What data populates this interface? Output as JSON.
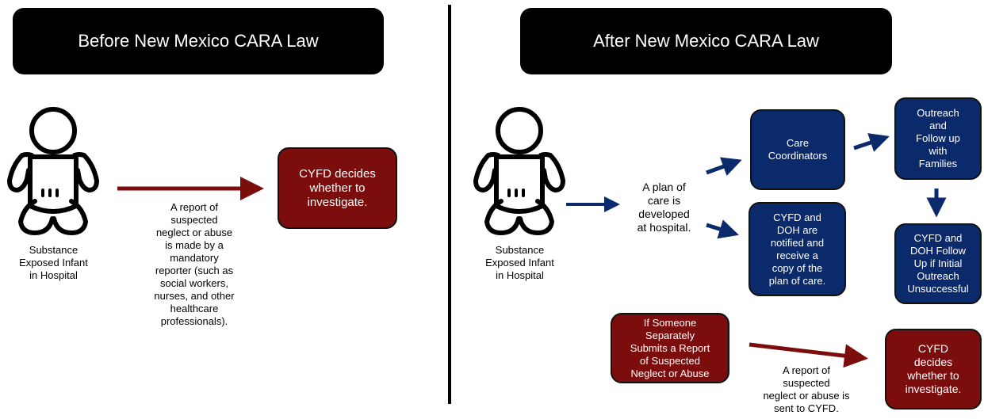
{
  "headers": {
    "before": "Before New Mexico CARA Law",
    "after": "After New Mexico CARA Law"
  },
  "before": {
    "infant_label": "Substance\nExposed Infant\nin Hospital",
    "report_text": "A report of\nsuspected\nneglect or abuse\nis made by a\nmandatory\nreporter (such as\nsocial workers,\nnurses, and other\nhealthcare\nprofessionals).",
    "cyfd_box": "CYFD decides\nwhether to\ninvestigate."
  },
  "after": {
    "infant_label": "Substance\nExposed Infant\nin Hospital",
    "plan_text": "A plan of\ncare is\ndeveloped\nat hospital.",
    "care_coordinators": "Care\nCoordinators",
    "outreach": "Outreach\nand\nFollow up\nwith\nFamilies",
    "cyfd_doh_notified": "CYFD and\nDOH are\nnotified and\nreceive a\ncopy of the\nplan of care.",
    "cyfd_doh_followup": "CYFD and\nDOH Follow\nUp if Initial\nOutreach\nUnsuccessful",
    "separate_report": "If Someone\nSeparately\nSubmits a Report\nof Suspected\nNeglect or Abuse",
    "report_sent_text": "A report of\nsuspected\nneglect or abuse is\nsent to CYFD.",
    "cyfd_decides": "CYFD\ndecides\nwhether to\ninvestigate."
  },
  "colors": {
    "dark_red": "#7b0d0d",
    "navy": "#0b2a6b",
    "header_black": "#000000"
  },
  "icons": [
    "baby-icon",
    "baby-icon"
  ]
}
